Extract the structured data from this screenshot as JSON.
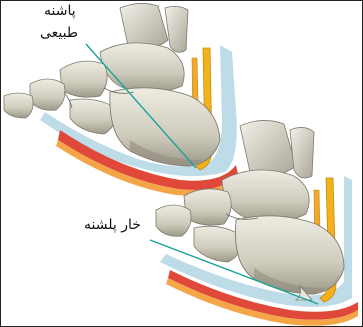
{
  "labels": {
    "normal_heel_line1": "پاشنه",
    "normal_heel_line2": "طبیعی",
    "heel_spur": "خار پلشنه"
  },
  "colors": {
    "bone": "#d9d6c8",
    "bone_shadow": "#a7a393",
    "tendon": "#f2b21c",
    "fascia_red": "#e0483a",
    "fascia_orange": "#f0a040",
    "skin_blue": "#9ec8dc",
    "pointer": "#1aa39a"
  }
}
